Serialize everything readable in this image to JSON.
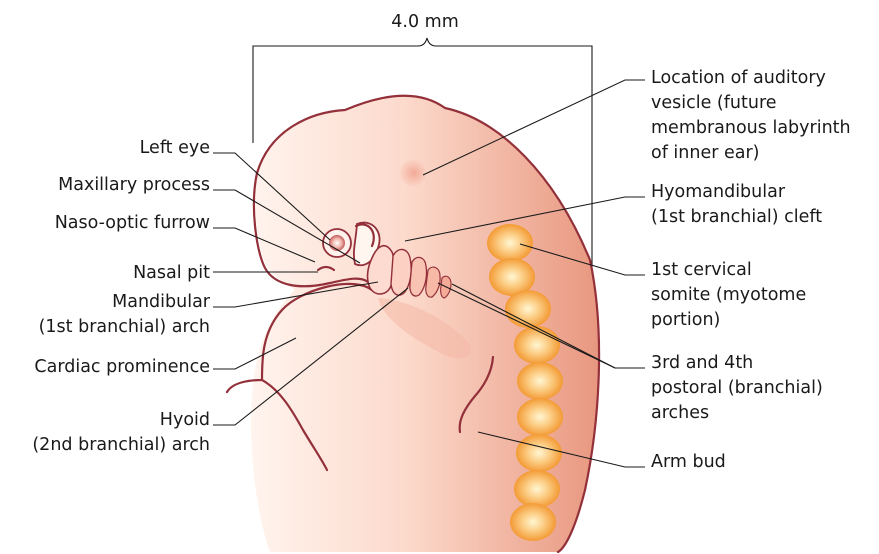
{
  "scale_label": "4.0 mm",
  "labels": {
    "left_eye": "Left eye",
    "maxillary": "Maxillary process",
    "naso_optic": "Naso-optic furrow",
    "nasal_pit": "Nasal pit",
    "mandibular_1": "Mandibular",
    "mandibular_2": "(1st branchial) arch",
    "cardiac": "Cardiac prominence",
    "hyoid_1": "Hyoid",
    "hyoid_2": "(2nd branchial) arch",
    "auditory_1": "Location of auditory",
    "auditory_2": "vesicle (future",
    "auditory_3": "membranous labyrinth",
    "auditory_4": "of inner ear)",
    "hyomandibular_1": "Hyomandibular",
    "hyomandibular_2": "(1st branchial) cleft",
    "somite_1": "1st cervical",
    "somite_2": "somite (myotome",
    "somite_3": "portion)",
    "postoral_1": "3rd and 4th",
    "postoral_2": "postoral (branchial)",
    "postoral_3": "arches",
    "arm_bud": "Arm bud"
  },
  "colors": {
    "outline": "#93303a",
    "body_light": "#fde6dc",
    "body_dark": "#eca28e",
    "somite_center": "#fff3c8",
    "somite_edge": "#f5a33c"
  }
}
